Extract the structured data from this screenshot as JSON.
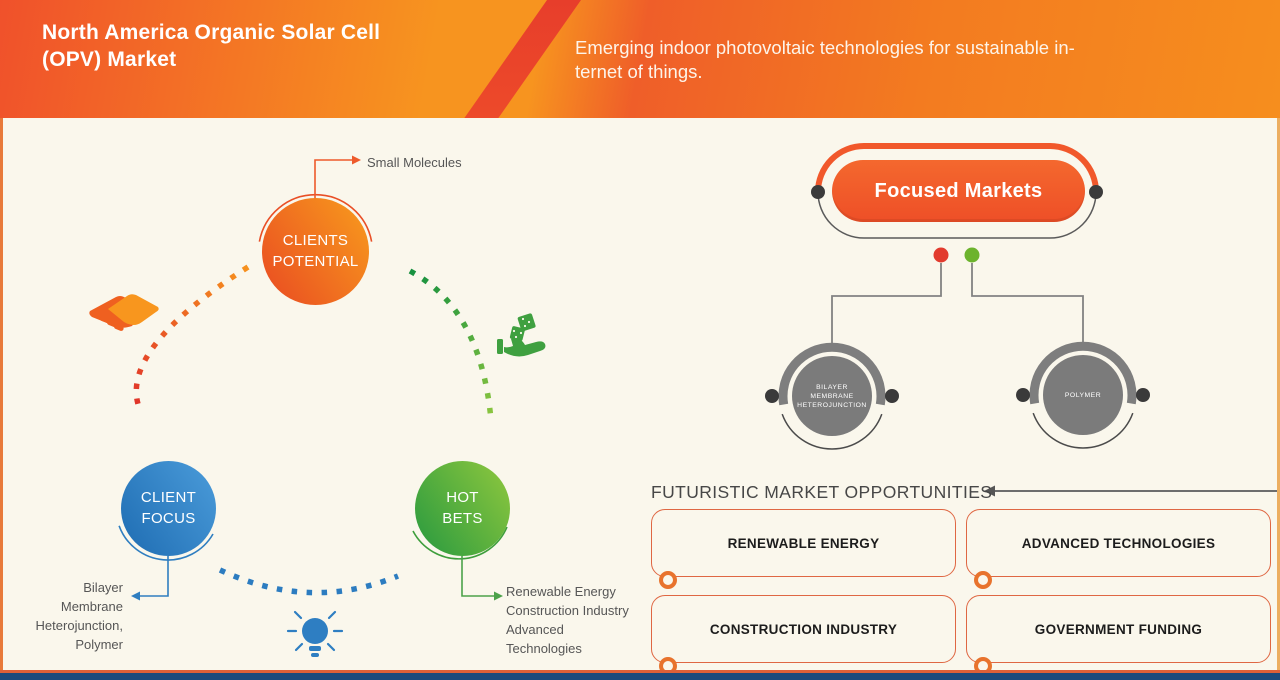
{
  "header": {
    "title": "North America Organic Solar Cell\n(OPV)  Market",
    "subtitle": "Emerging indoor photovoltaic technologies for sustainable in-\nternet of things."
  },
  "cycle": {
    "nodes": [
      {
        "id": "clients-potential",
        "label": "CLIENTS\nPOTENTIAL",
        "note": "Small Molecules",
        "color": "#ee4e23"
      },
      {
        "id": "client-focus",
        "label": "CLIENT\nFOCUS",
        "note": "Bilayer\nMembrane\nHeterojunction,\nPolymer",
        "color": "#2c7cc0"
      },
      {
        "id": "hot-bets",
        "label": "HOT\nBETS",
        "note": "Renewable Energy\nConstruction Industry\nAdvanced\nTechnologies",
        "color": "#45a145"
      }
    ],
    "icons": [
      "handshake-icon",
      "dice-hand-icon",
      "lightbulb-icon"
    ]
  },
  "focused": {
    "title": "Focused Markets",
    "children": [
      {
        "label": "BILAYER\nMEMBRANE\nHETEROJUNCTION",
        "dot_color": "#e23b2e"
      },
      {
        "label": "POLYMER",
        "dot_color": "#6cb32d"
      }
    ]
  },
  "opportunities": {
    "heading": "FUTURISTIC MARKET OPPORTUNITIES",
    "items": [
      "RENEWABLE ENERGY",
      "ADVANCED TECHNOLOGIES",
      "CONSTRUCTION INDUSTRY",
      "GOVERNMENT FUNDING"
    ]
  },
  "colors": {
    "header_orange": "#f58220",
    "header_red": "#e63c2b",
    "accent_orange": "#f1582b",
    "accent_blue": "#2c7cc0",
    "accent_green": "#45a145",
    "gray_node": "#7b7b7b",
    "footer_navy": "#1b4a7c",
    "background_cream": "#faf7ec",
    "box_border": "#df6743"
  }
}
